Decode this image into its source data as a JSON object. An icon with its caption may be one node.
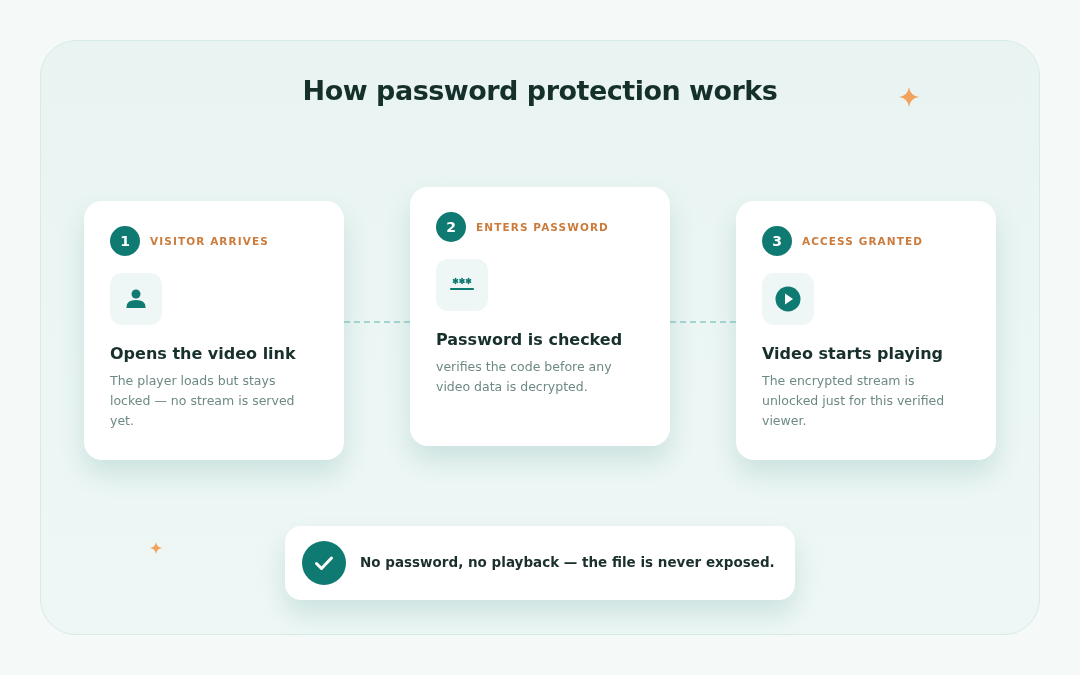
{
  "diagram": {
    "title": "How password protection works",
    "nodes": [
      {
        "text": [
          "1",
          "VISITOR ARRIVES",
          "Opens the video link",
          "The player loads but stays locked — no stream is served yet."
        ]
      },
      {
        "text": [
          "2",
          "ENTERS PASSWORD",
          "Password is checked",
          "verifies the code before any video data is decrypted."
        ]
      },
      {
        "text": [
          "3",
          "ACCESS GRANTED",
          "Video starts playing",
          "The encrypted stream is unlocked just for this verified viewer."
        ]
      },
      {
        "text": [
          "No password, no playback — the file is never exposed."
        ]
      }
    ],
    "edges": [
      {
        "from": 0,
        "to": 1,
        "arrow": "none",
        "style": "dashed"
      },
      {
        "from": 1,
        "to": 2,
        "arrow": "none",
        "style": "dashed"
      }
    ]
  }
}
